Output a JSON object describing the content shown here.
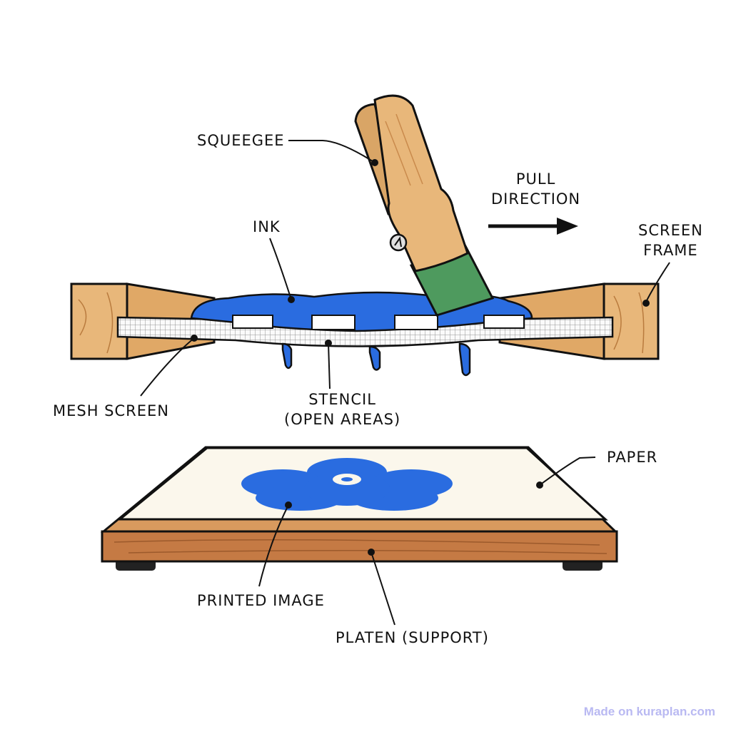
{
  "labels": {
    "squeegee": "SQUEEGEE",
    "pull_direction_line1": "PULL",
    "pull_direction_line2": "DIRECTION",
    "ink": "INK",
    "screen_frame_line1": "SCREEN",
    "screen_frame_line2": "FRAME",
    "mesh_screen": "MESH SCREEN",
    "stencil_line1": "STENCIL",
    "stencil_line2": "(OPEN AREAS)",
    "paper": "PAPER",
    "printed_image": "PRINTED IMAGE",
    "platen": "PLATEN (SUPPORT)"
  },
  "watermark": "Made on kuraplan.com",
  "colors": {
    "wood": "#e8b77a",
    "wood_dark": "#c98a4c",
    "ink": "#2a6ce0",
    "squeegee_blade": "#4e9a5e",
    "platen": "#c57a44",
    "paper": "#fbf7ec",
    "outline": "#111111"
  }
}
